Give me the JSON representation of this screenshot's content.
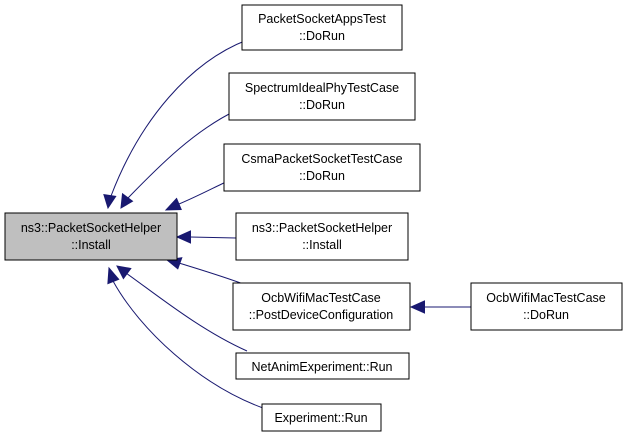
{
  "diagram": {
    "colors": {
      "root_fill": "#bfbfbf",
      "node_fill": "#ffffff",
      "edge": "#191970"
    },
    "nodes": {
      "root": {
        "line1": "ns3::PacketSocketHelper",
        "line2": "::Install"
      },
      "n1": {
        "line1": "PacketSocketAppsTest",
        "line2": "::DoRun"
      },
      "n2": {
        "line1": "SpectrumIdealPhyTestCase",
        "line2": "::DoRun"
      },
      "n3": {
        "line1": "CsmaPacketSocketTestCase",
        "line2": "::DoRun"
      },
      "n4": {
        "line1": "ns3::PacketSocketHelper",
        "line2": "::Install"
      },
      "n5": {
        "line1": "OcbWifiMacTestCase",
        "line2": "::PostDeviceConfiguration"
      },
      "n6": {
        "line1": "OcbWifiMacTestCase",
        "line2": "::DoRun"
      },
      "n7": {
        "line1": "NetAnimExperiment::Run"
      },
      "n8": {
        "line1": "Experiment::Run"
      }
    },
    "edges": [
      {
        "from": "n1",
        "to": "root"
      },
      {
        "from": "n2",
        "to": "root"
      },
      {
        "from": "n3",
        "to": "root"
      },
      {
        "from": "n4",
        "to": "root"
      },
      {
        "from": "n5",
        "to": "root"
      },
      {
        "from": "n7",
        "to": "root"
      },
      {
        "from": "n8",
        "to": "root"
      },
      {
        "from": "n6",
        "to": "n5"
      }
    ]
  }
}
